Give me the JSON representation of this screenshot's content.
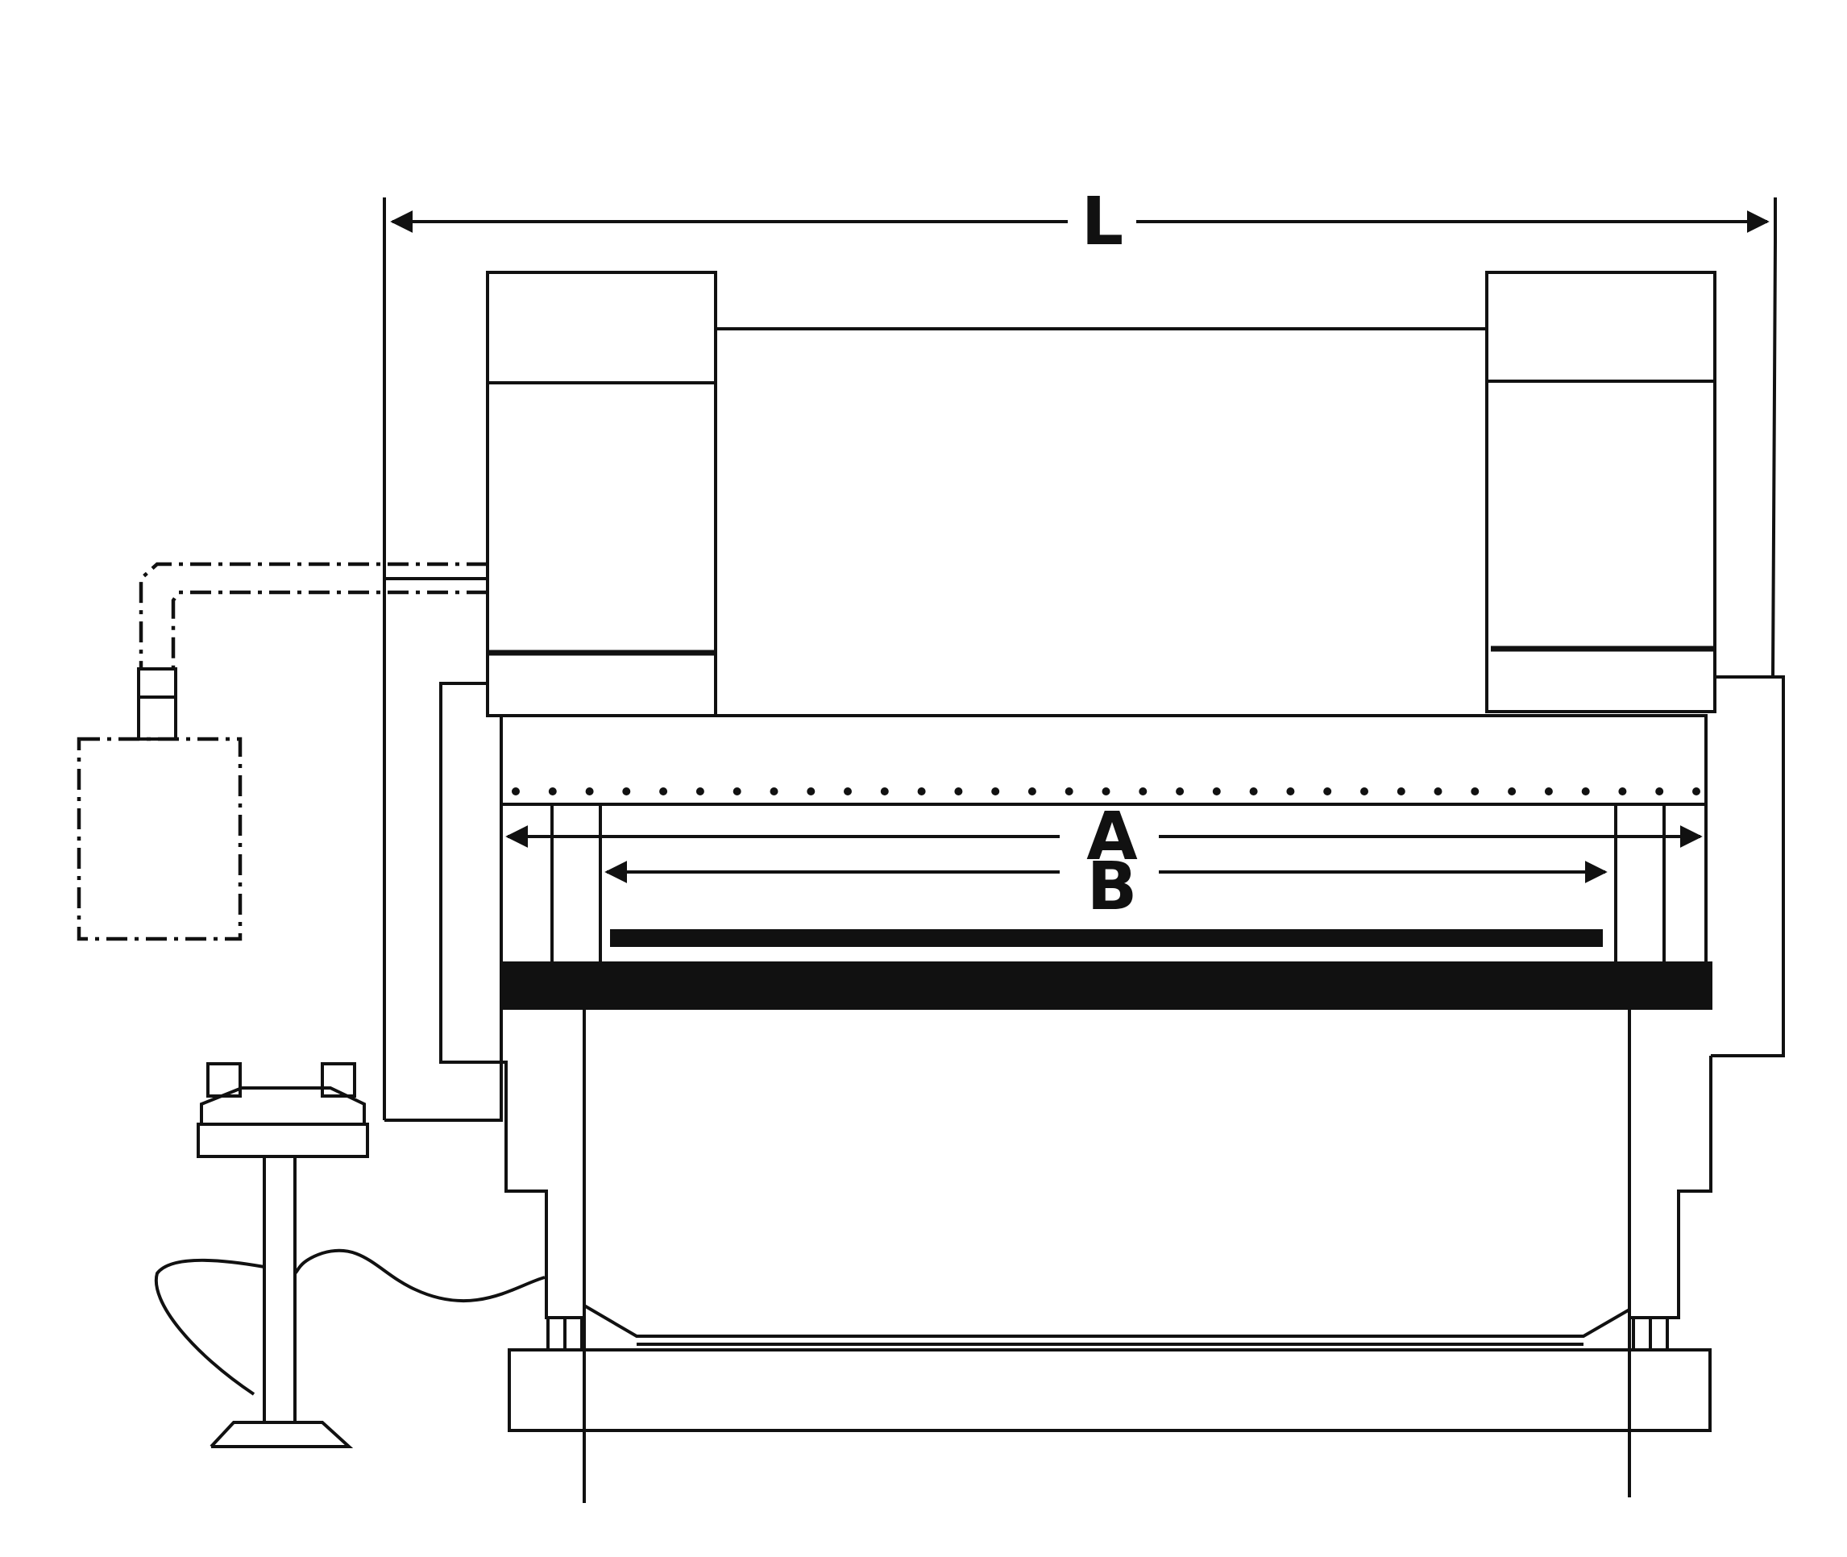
{
  "labels": {
    "overall_length": "L",
    "dim_a": "A",
    "dim_b": "B"
  },
  "colors": {
    "ink": "#111111",
    "paper": "#ffffff"
  }
}
